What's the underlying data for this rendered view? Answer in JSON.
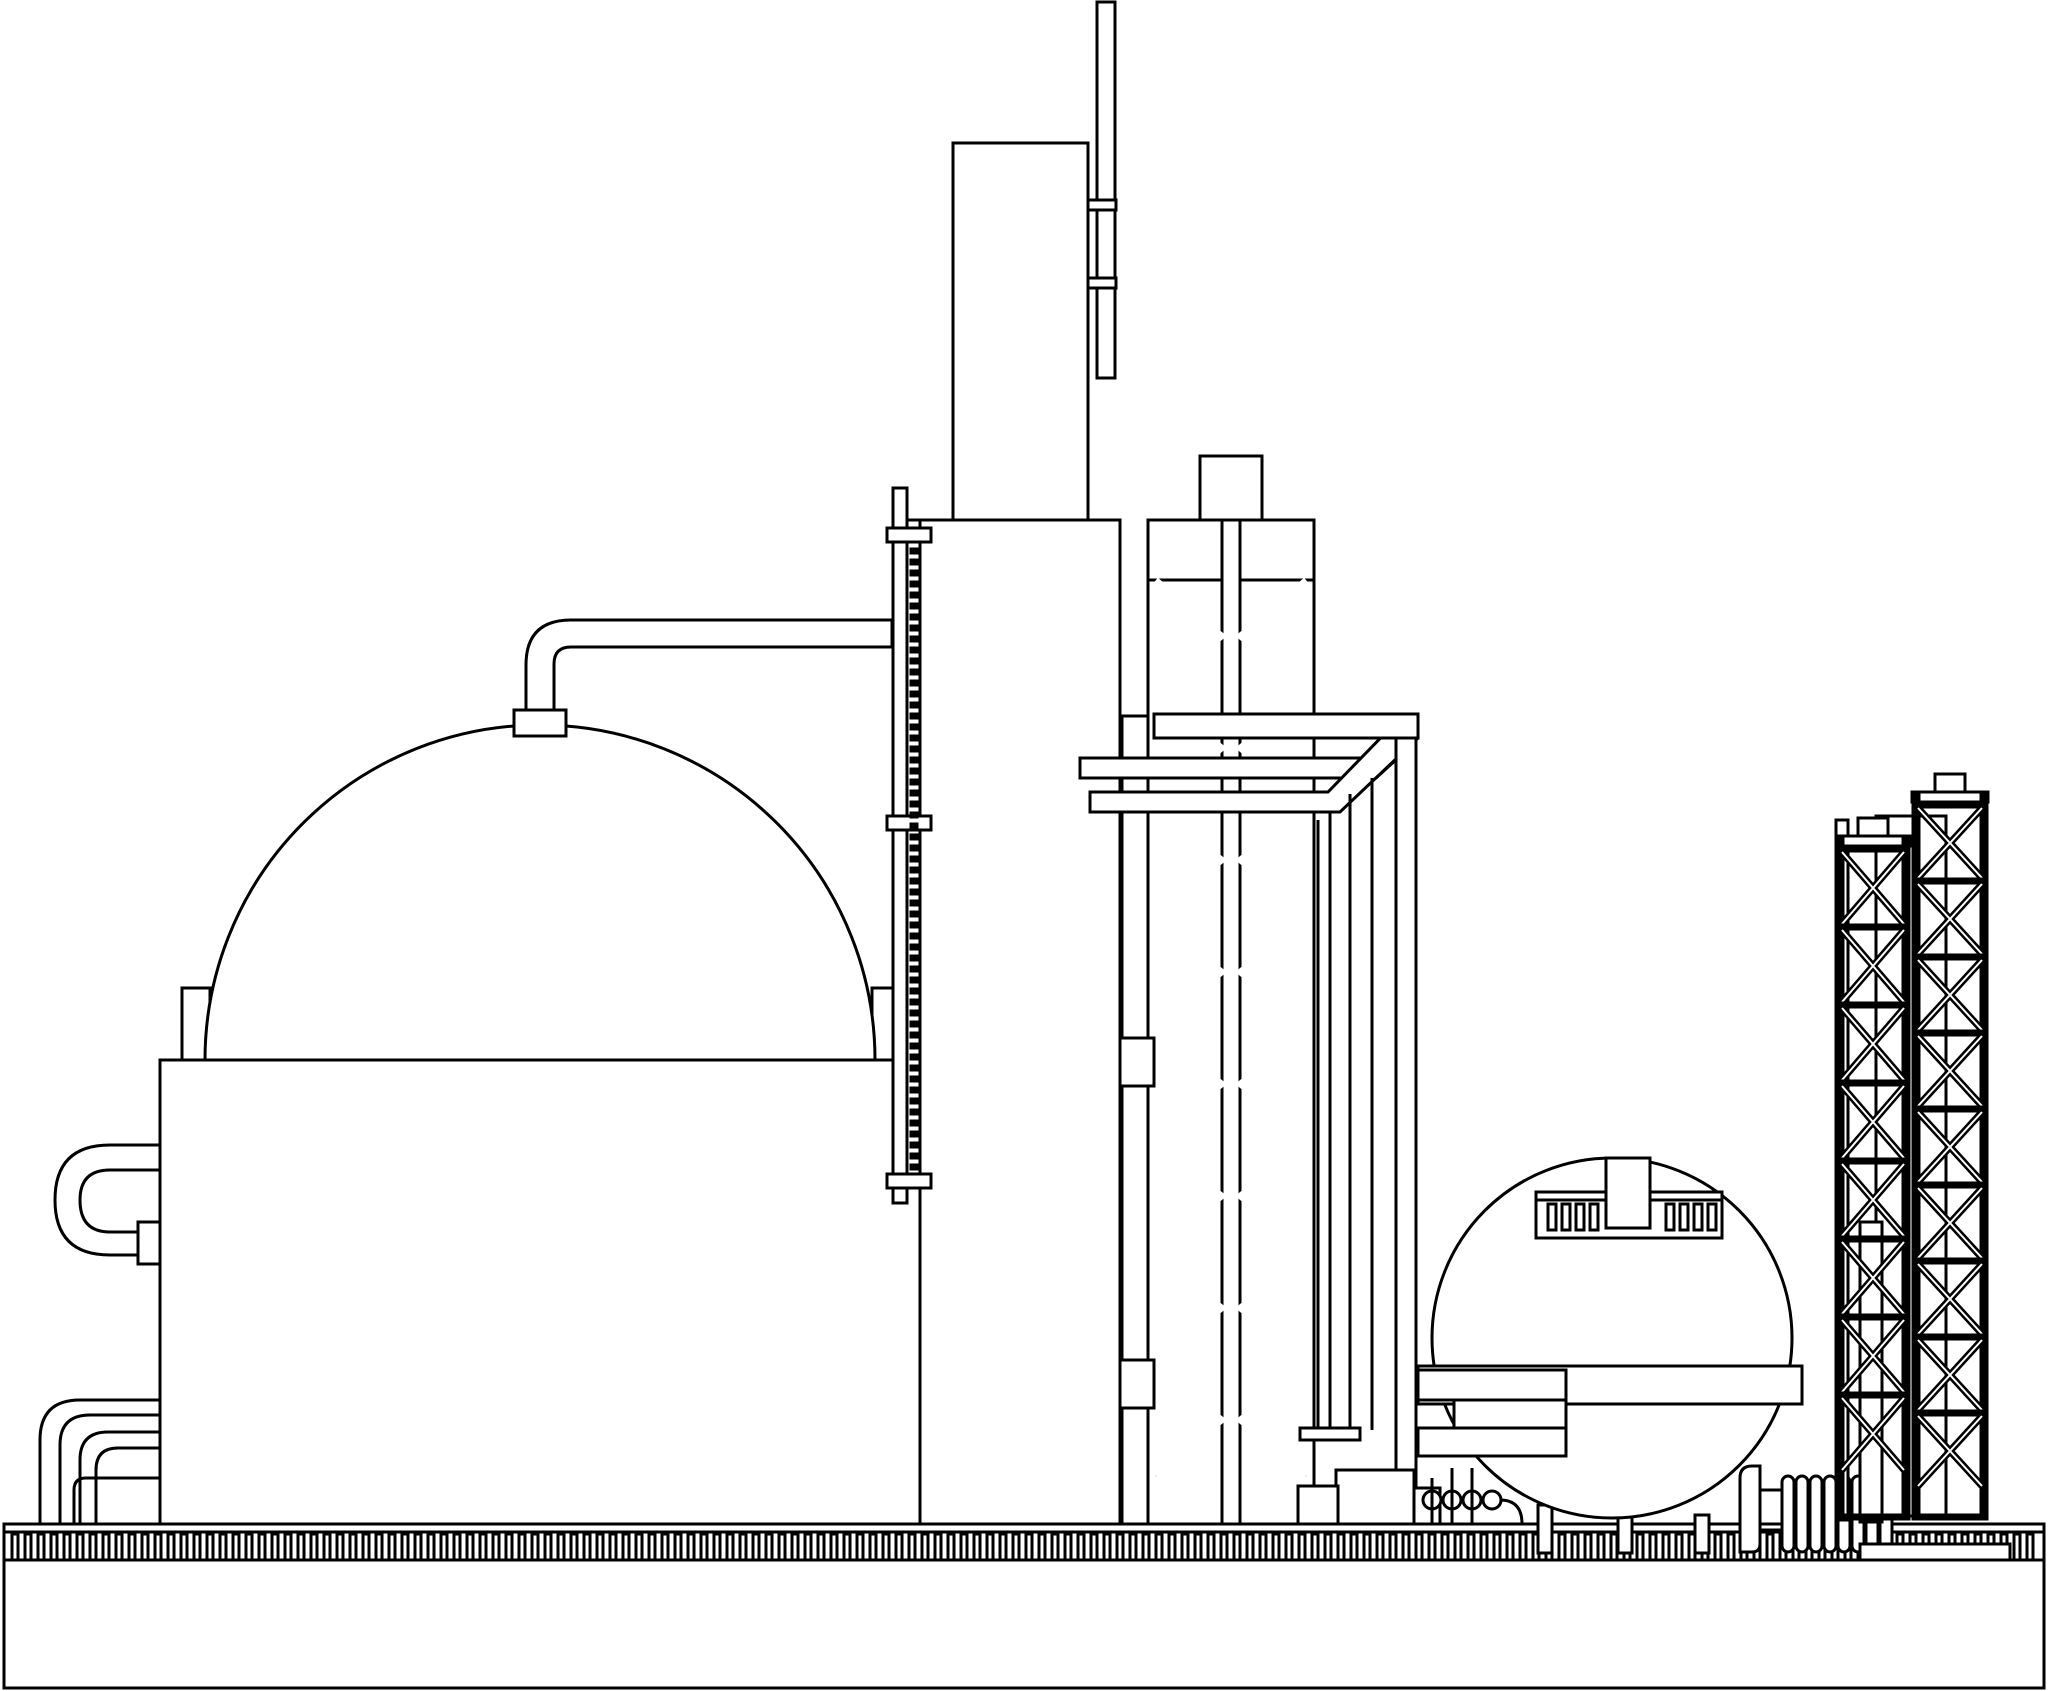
{
  "colors": {
    "line": "#000000",
    "fill": "#ffffff"
  },
  "scene": {
    "subject": "industrial-plant-line-art",
    "elements": [
      "storage-tank",
      "dome-roof",
      "overhead-pipe",
      "tall-column",
      "column-ladder",
      "lattice-tower",
      "pipe-rack",
      "small-sphere-vessel",
      "truss-towers",
      "base-platform"
    ]
  }
}
